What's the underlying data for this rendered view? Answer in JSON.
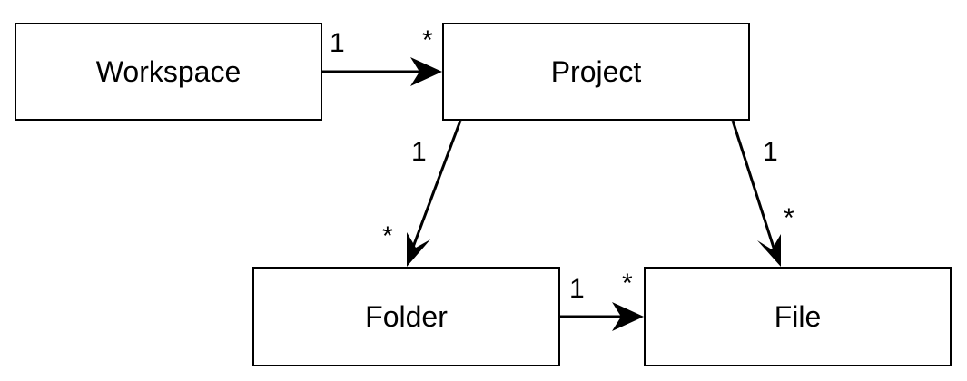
{
  "diagram": {
    "nodes": {
      "workspace": "Workspace",
      "project": "Project",
      "folder": "Folder",
      "file": "File"
    },
    "edges": {
      "workspace_project": {
        "source": "1",
        "target": "*"
      },
      "project_folder": {
        "source": "1",
        "target": "*"
      },
      "project_file": {
        "source": "1",
        "target": "*"
      },
      "folder_file": {
        "source": "1",
        "target": "*"
      }
    },
    "colors": {
      "stroke": "#000000",
      "fill": "#ffffff"
    }
  }
}
